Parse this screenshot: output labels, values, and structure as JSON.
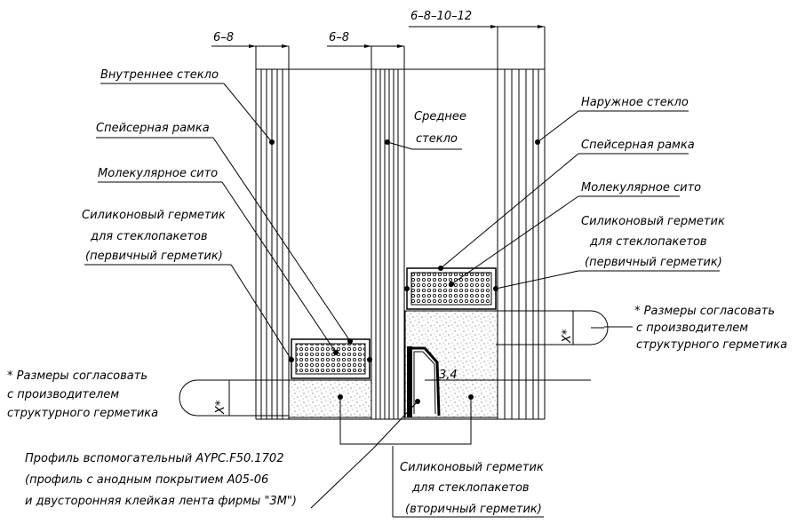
{
  "dimensions": {
    "left": "6–8",
    "middle": "6–8",
    "right": "6–8–10–12",
    "x_left": "X*",
    "x_right": "X*",
    "gap": "3,4"
  },
  "labels": {
    "inner_glass": "Внутреннее стекло",
    "spacer_left": "Спейсерная рамка",
    "sieve_left": "Молекулярное сито",
    "primary_left": [
      "Силиконовый герметик",
      "для стеклопакетов",
      "(первичный герметик)"
    ],
    "middle_glass": [
      "Среднее",
      "стекло"
    ],
    "outer_glass": "Наружное стекло",
    "spacer_right": "Спейсерная рамка",
    "sieve_right": "Молекулярное сито",
    "primary_right": [
      "Силиконовый герметик",
      "для стеклопакетов",
      "(первичный герметик)"
    ],
    "note_right": [
      "* Размеры согласовать",
      "с производителем",
      "структурного герметика"
    ],
    "note_left": [
      "* Размеры согласовать",
      "с производителем",
      "структурного герметика"
    ],
    "profile": [
      "Профиль вспомогательный AYPC.F50.1702",
      "(профиль с анодным покрытием A05-06",
      "и двусторонняя клейкая лента фирмы \"3М\")"
    ],
    "secondary": [
      "Силиконовый герметик",
      "для стеклопакетов",
      "(вторичный герметик)"
    ]
  }
}
